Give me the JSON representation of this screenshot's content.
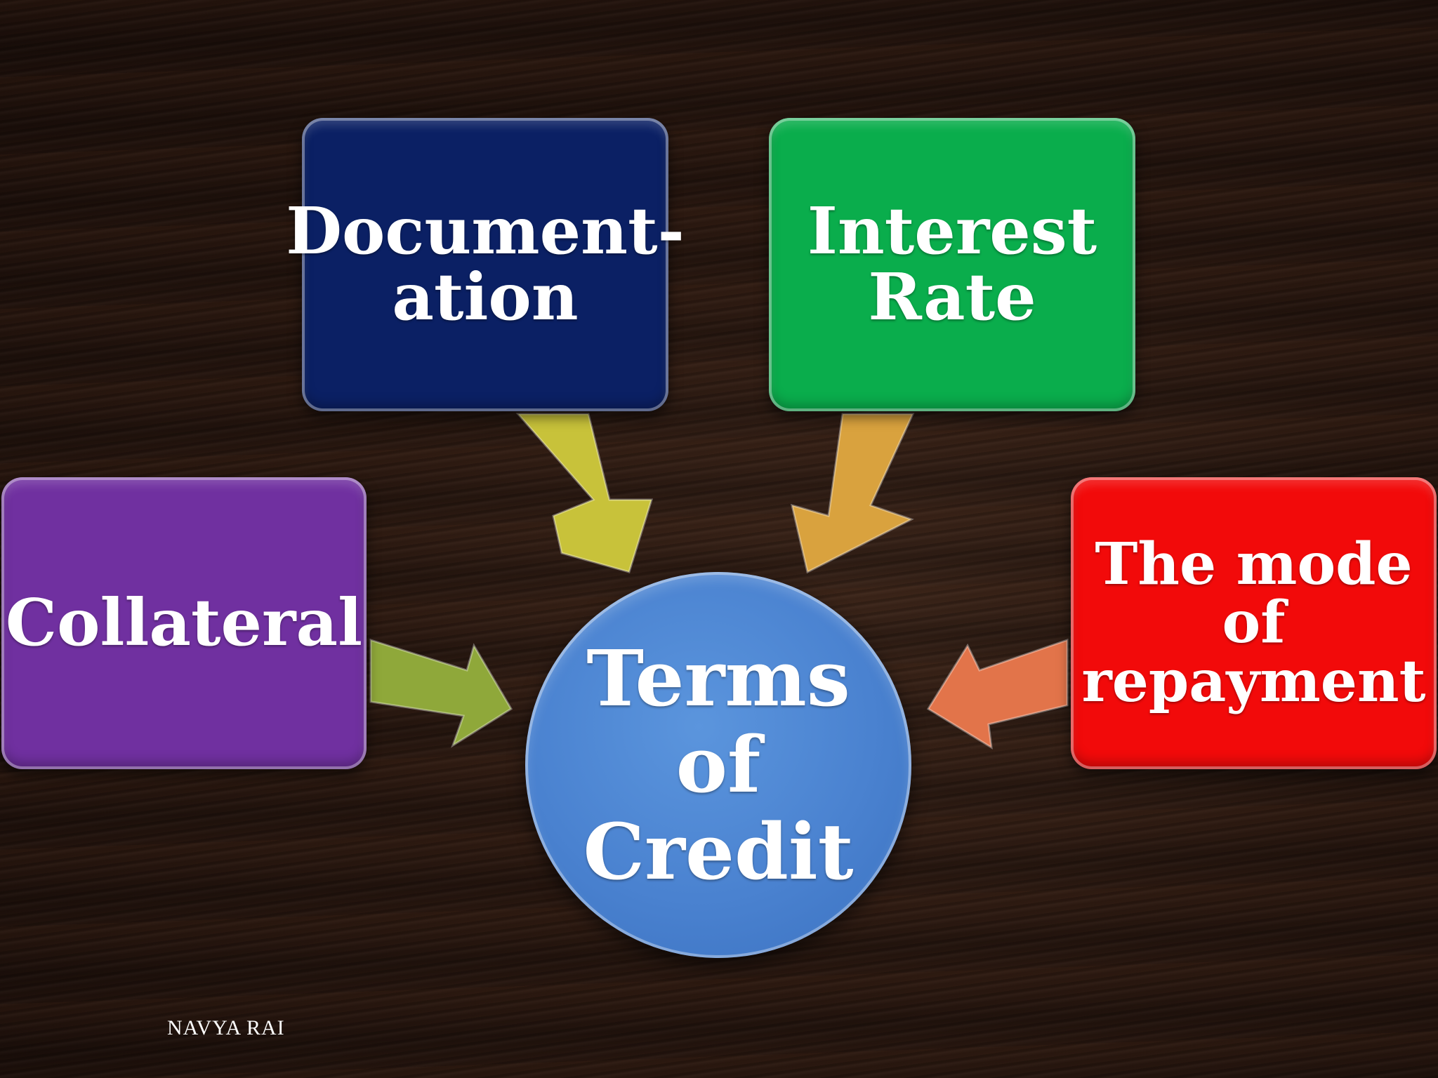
{
  "diagram": {
    "center": {
      "label": "Terms\nof\nCredit",
      "color": "#4a82d0"
    },
    "nodes": [
      {
        "key": "documentation",
        "label": "Document-\nation",
        "color": "#0b2064"
      },
      {
        "key": "interest",
        "label": "Interest\nRate",
        "color": "#0aad4c"
      },
      {
        "key": "collateral",
        "label": "Collateral",
        "color": "#7030a0"
      },
      {
        "key": "repayment",
        "label": "The mode\nof\nrepayment",
        "color": "#f20a0a"
      }
    ],
    "arrows": [
      {
        "from": "documentation",
        "to": "center",
        "color": "#c8c23a"
      },
      {
        "from": "interest",
        "to": "center",
        "color": "#d9a23e"
      },
      {
        "from": "collateral",
        "to": "center",
        "color": "#8fa83a"
      },
      {
        "from": "repayment",
        "to": "center",
        "color": "#e2744a"
      }
    ]
  },
  "footer": {
    "author": "NAVYA RAI"
  }
}
